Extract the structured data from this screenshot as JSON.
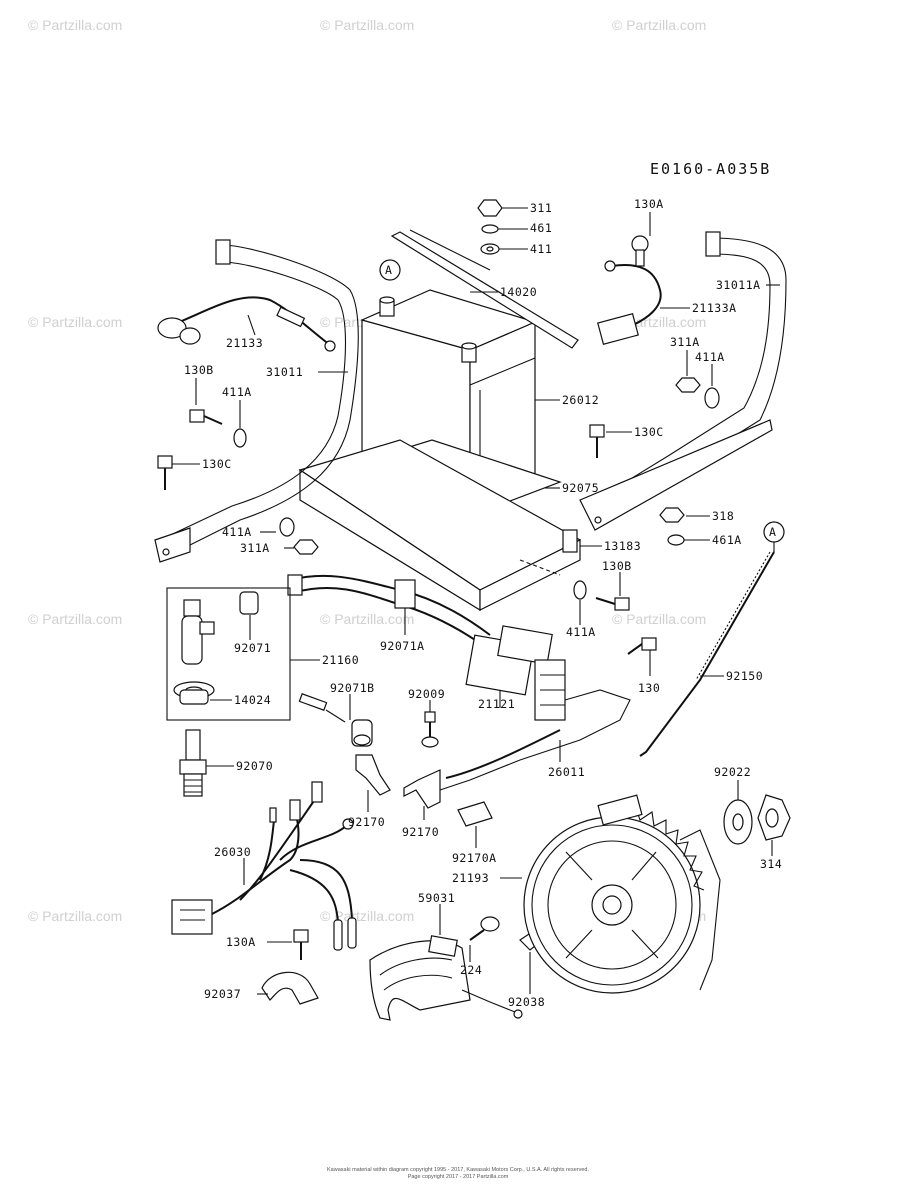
{
  "watermark": "© Partzilla.com",
  "figure_code": "E0160-A035B",
  "callout_letter": "A",
  "copyright_line1": "Kawasaki material within diagram copyright 1995 - 2017, Kawasaki Motors Corp., U.S.A. All rights reserved.",
  "copyright_line2": "Page copyright 2017 - 2017 Partzilla.com",
  "labels": {
    "l311": "311",
    "l461": "461",
    "l411": "411",
    "l14020": "14020",
    "l130A_top": "130A",
    "l31011A": "31011A",
    "l21133A": "21133A",
    "l311A_r": "311A",
    "l411A_r": "411A",
    "l21133": "21133",
    "l31011": "31011",
    "l130B_l": "130B",
    "l411A_l": "411A",
    "l130C_l": "130C",
    "l26012": "26012",
    "l130C_r": "130C",
    "l92075": "92075",
    "l318": "318",
    "l461A": "461A",
    "l411A_ll": "411A",
    "l311A_l": "311A",
    "l13183": "13183",
    "l130B_r": "130B",
    "l411A_m": "411A",
    "l92071": "92071",
    "l92071A": "92071A",
    "l21160": "21160",
    "l14024": "14024",
    "l92071B": "92071B",
    "l92009": "92009",
    "l130": "130",
    "l92150": "92150",
    "l21121": "21121",
    "l92070": "92070",
    "l26011": "26011",
    "l92022": "92022",
    "l92170a": "92170",
    "l92170b": "92170",
    "l92170A": "92170A",
    "l314": "314",
    "l26030": "26030",
    "l21193": "21193",
    "l59031": "59031",
    "l130A_b": "130A",
    "l224": "224",
    "l92038": "92038",
    "l92037": "92037"
  }
}
